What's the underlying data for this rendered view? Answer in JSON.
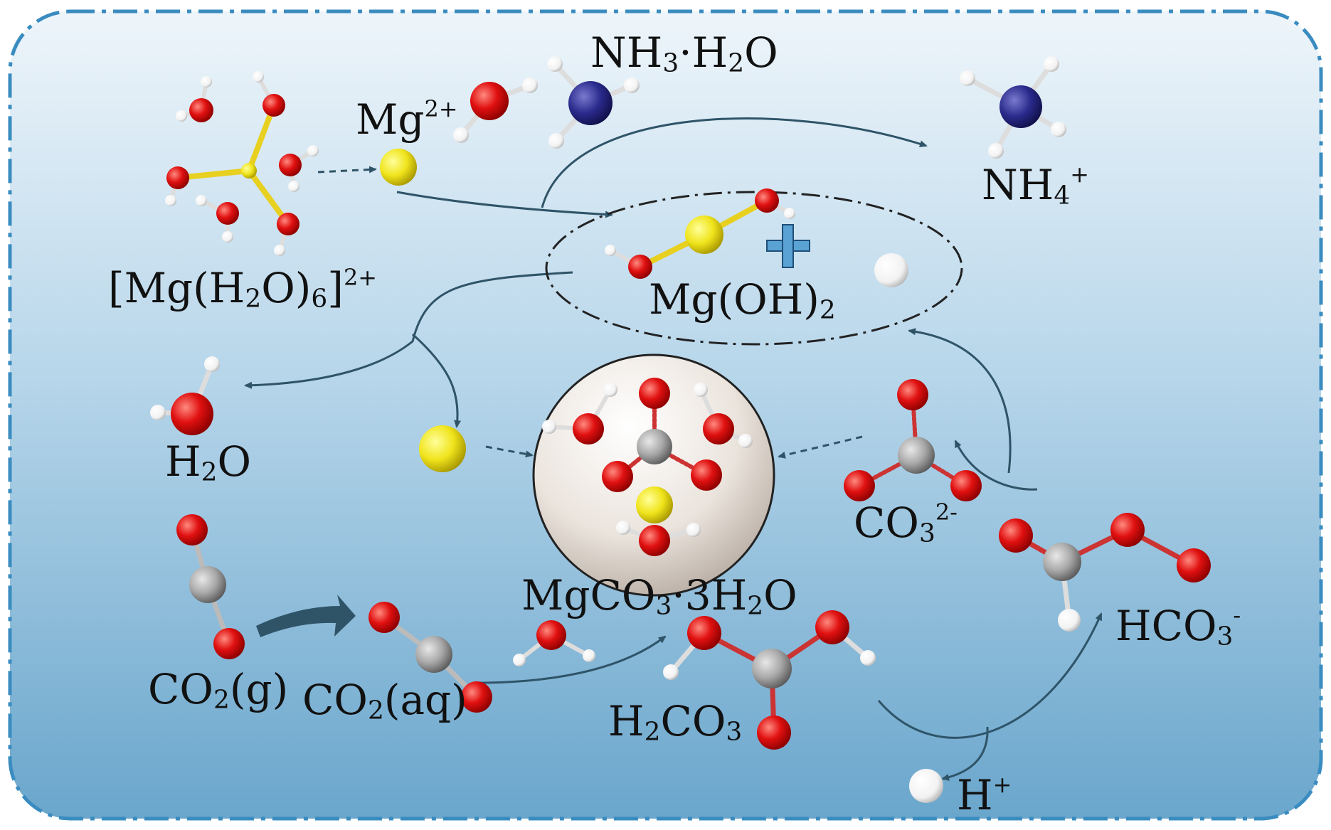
{
  "labels": {
    "mg_aqua": {
      "pre": "[Mg(H",
      "s1": "2",
      "mid": "O)",
      "s2": "6",
      "post": "]",
      "charge": "2+"
    },
    "mg_ion": {
      "base": "Mg",
      "charge": "2+"
    },
    "nh3_h2o": {
      "a": "NH",
      "s1": "3",
      "b": "·H",
      "s2": "2",
      "c": "O"
    },
    "nh4": {
      "base": "NH",
      "s1": "4",
      "charge": "+"
    },
    "mgoh2": {
      "base": "Mg(OH)",
      "s1": "2"
    },
    "h2o": {
      "a": "H",
      "s1": "2",
      "b": "O"
    },
    "co3": {
      "base": "CO",
      "s1": "3",
      "charge": "2-"
    },
    "mgco3": {
      "a": "MgCO",
      "s1": "3",
      "b": "·3H",
      "s2": "2",
      "c": "O"
    },
    "hco3": {
      "base": "HCO",
      "s1": "3",
      "charge": "-"
    },
    "co2g": {
      "a": "CO",
      "s1": "2",
      "b": "(g)"
    },
    "co2aq": {
      "a": "CO",
      "s1": "2",
      "b": "(aq)"
    },
    "h2co3": {
      "a": "H",
      "s1": "2",
      "b": "CO",
      "s2": "3"
    },
    "h_ion": {
      "base": "H",
      "charge": "+"
    }
  },
  "colors": {
    "oxygen": "#e01010",
    "hydrogen": "#ffffff",
    "magnesium": "#f0e41c",
    "nitrogen": "#2a2a8c",
    "carbon": "#a8a8a8",
    "arrow": "#2f5468",
    "border": "#3a8cc0",
    "background_top": "#eef5fa",
    "background_bottom": "#6aa6cc"
  },
  "icons": {
    "plus": "plus-icon"
  }
}
